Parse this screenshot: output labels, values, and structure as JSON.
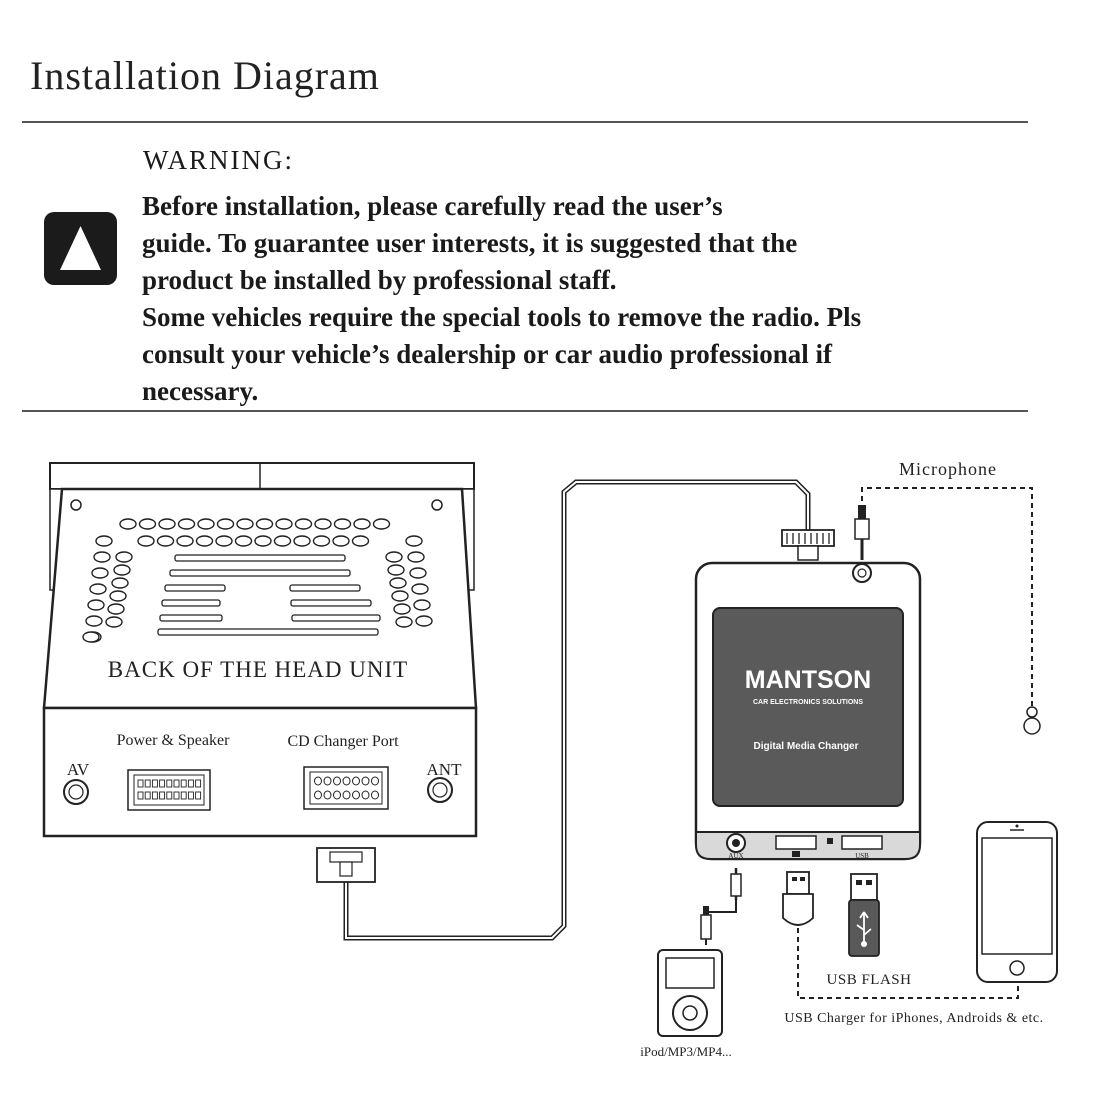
{
  "title": "Installation Diagram",
  "warning": {
    "heading": "WARNING:",
    "lines": [
      "Before installation, please carefully read the user’s",
      "guide. To guarantee user interests, it is suggested that the",
      "product be installed by professional staff.",
      "Some vehicles require the special tools to remove the radio. Pls",
      "consult your vehicle’s dealership or car audio professional if",
      "necessary."
    ],
    "icon": "warning-triangle-icon"
  },
  "head_unit": {
    "label": "BACK OF THE HEAD UNIT",
    "power_speaker": "Power & Speaker",
    "cd_changer_port": "CD Changer Port",
    "av": "AV",
    "ant": "ANT"
  },
  "device": {
    "brand": "MANTSON",
    "tagline": "CAR ELECTRONICS SOLUTIONS",
    "product": "Digital Media Changer",
    "ports": {
      "aux": "AUX",
      "usb": "USB"
    }
  },
  "labels": {
    "microphone": "Microphone",
    "usb_flash": "USB FLASH",
    "usb_charger": "USB  Charger for iPhones, Androids & etc.",
    "ipod": "iPod/MP3/MP4..."
  },
  "colors": {
    "line": "#222222",
    "panel_dark": "#5a5a5a",
    "warning_box": "#1b1b1b"
  }
}
